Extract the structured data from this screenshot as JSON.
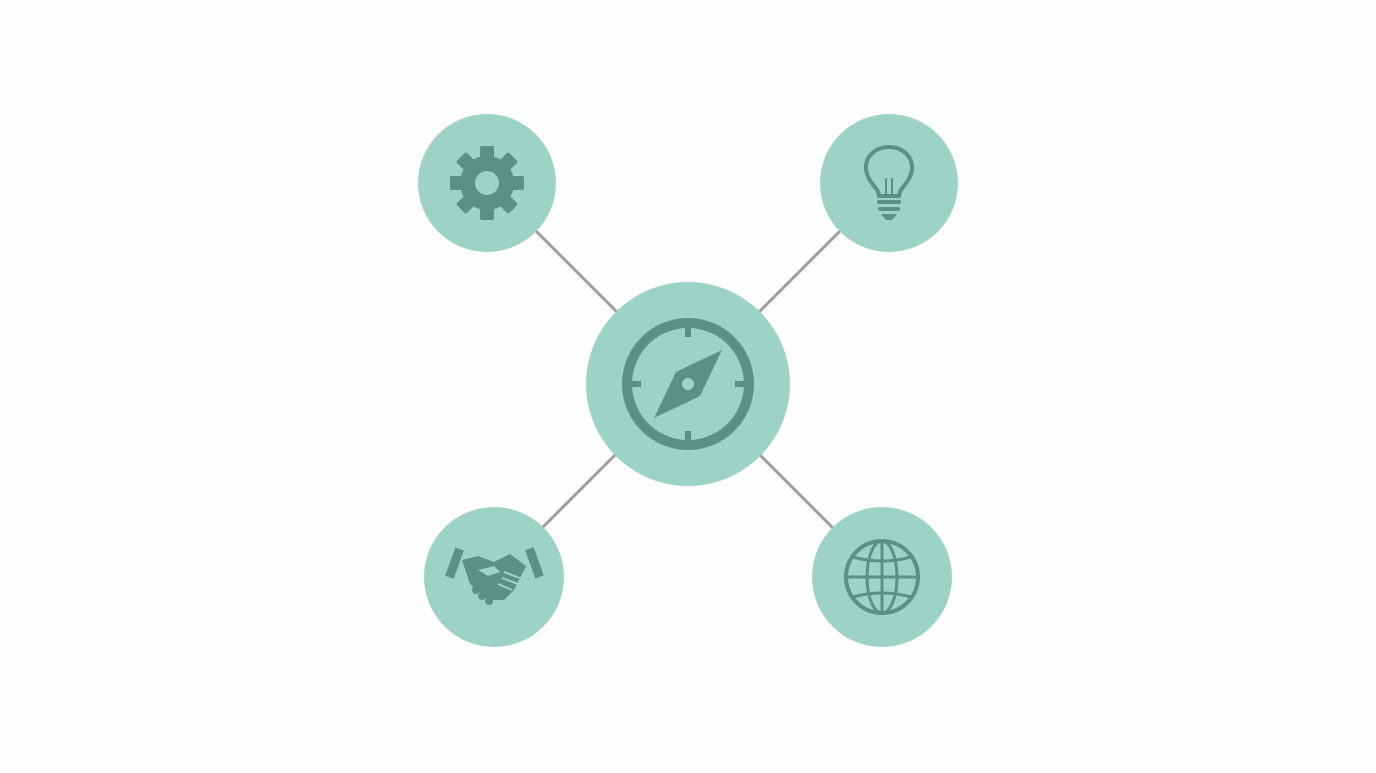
{
  "colors": {
    "background": "#fefefe",
    "node_fill": "#9dd3c5",
    "icon": "#5a9183",
    "connector": "#9e9e9e"
  },
  "hub": {
    "icon": "compass-icon"
  },
  "nodes": [
    {
      "id": "top-left",
      "icon": "gear-icon"
    },
    {
      "id": "top-right",
      "icon": "lightbulb-icon"
    },
    {
      "id": "bottom-left",
      "icon": "handshake-icon"
    },
    {
      "id": "bottom-right",
      "icon": "globe-icon"
    }
  ]
}
